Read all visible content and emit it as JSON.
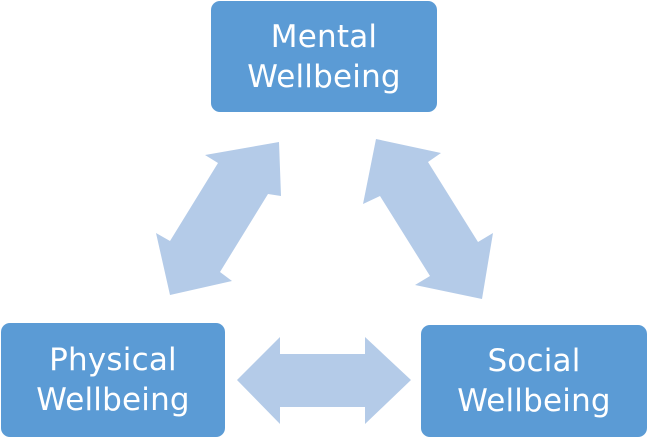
{
  "diagram": {
    "type": "cycle",
    "colors": {
      "box": "#5b9bd5",
      "arrow": "#b4cbe8",
      "text": "#ffffff"
    },
    "nodes": [
      {
        "id": "mental",
        "lines": [
          "Mental",
          "Wellbeing"
        ]
      },
      {
        "id": "physical",
        "lines": [
          "Physical",
          "Wellbeing"
        ]
      },
      {
        "id": "social",
        "lines": [
          "Social",
          "Wellbeing"
        ]
      }
    ],
    "connections": [
      {
        "from": "mental",
        "to": "physical",
        "direction": "bidirectional"
      },
      {
        "from": "mental",
        "to": "social",
        "direction": "bidirectional"
      },
      {
        "from": "physical",
        "to": "social",
        "direction": "bidirectional"
      }
    ]
  }
}
